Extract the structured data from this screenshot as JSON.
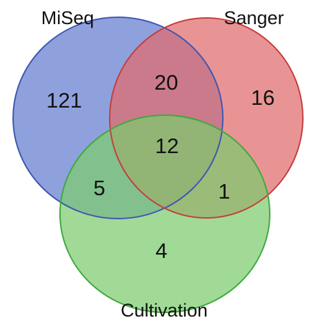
{
  "sets": [
    {
      "id": "miseq",
      "label": "MiSeq",
      "fill": "#6f86d3",
      "stroke": "#3e56b0"
    },
    {
      "id": "sanger",
      "label": "Sanger",
      "fill": "#e06b6b",
      "stroke": "#c43e3e"
    },
    {
      "id": "cultivation",
      "label": "Cultivation",
      "fill": "#7dcc6e",
      "stroke": "#3ea93e"
    }
  ],
  "regions": {
    "miseq_only": "121",
    "sanger_only": "16",
    "cultivation_only": "4",
    "miseq_sanger": "20",
    "miseq_cultivation": "5",
    "sanger_cultivation": "1",
    "all_three": "12"
  }
}
